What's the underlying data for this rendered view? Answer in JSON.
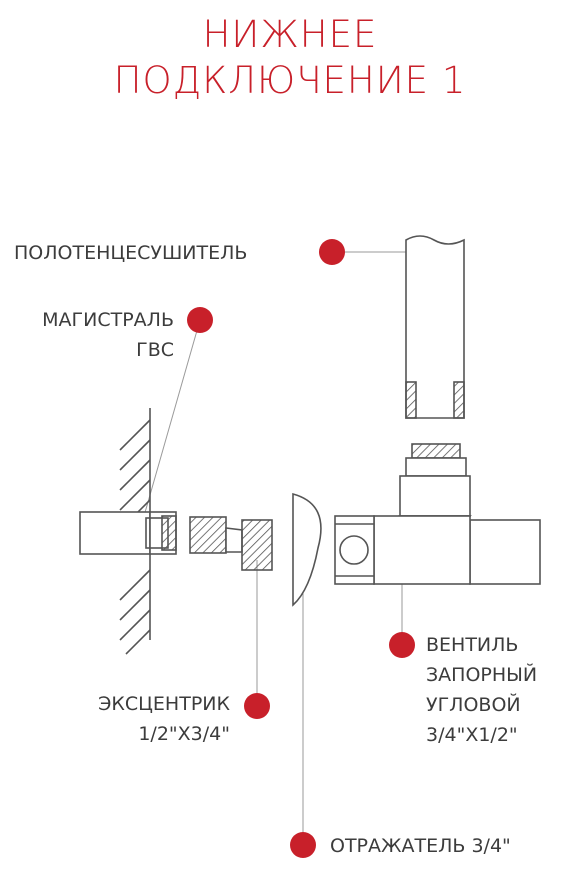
{
  "title": {
    "line1": "НИЖНЕЕ",
    "line2": "ПОДКЛЮЧЕНИЕ 1"
  },
  "labels": {
    "towel_dryer": "ПОЛОТЕНЦЕСУШИТЕЛЬ",
    "mains_line1": "МАГИСТРАЛЬ",
    "mains_line2": "ГВС",
    "eccentric_line1": "ЭКСЦЕНТРИК",
    "eccentric_line2": "1/2\"Х3/4\"",
    "valve_line1": "ВЕНТИЛЬ",
    "valve_line2": "ЗАПОРНЫЙ",
    "valve_line3": "УГЛОВОЙ",
    "valve_line4": "3/4\"Х1/2\"",
    "reflector": "ОТРАЖАТЕЛЬ 3/4\""
  },
  "colors": {
    "accent": "#c8202a",
    "line": "#555555",
    "leader": "#9a9a9a",
    "text": "#3c3c3c"
  }
}
